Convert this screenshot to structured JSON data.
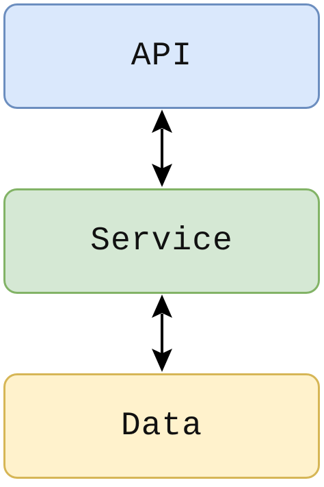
{
  "layers": [
    {
      "label": "API",
      "fill": "#dae8fc",
      "stroke": "#6c8ebf"
    },
    {
      "label": "Service",
      "fill": "#d5e8d4",
      "stroke": "#82b366"
    },
    {
      "label": "Data",
      "fill": "#fff2cc",
      "stroke": "#d6b656"
    }
  ],
  "connectors": [
    {
      "from": "API",
      "to": "Service",
      "direction": "bidirectional"
    },
    {
      "from": "Service",
      "to": "Data",
      "direction": "bidirectional"
    }
  ],
  "colors": {
    "arrow": "#000000",
    "text": "#111111"
  }
}
